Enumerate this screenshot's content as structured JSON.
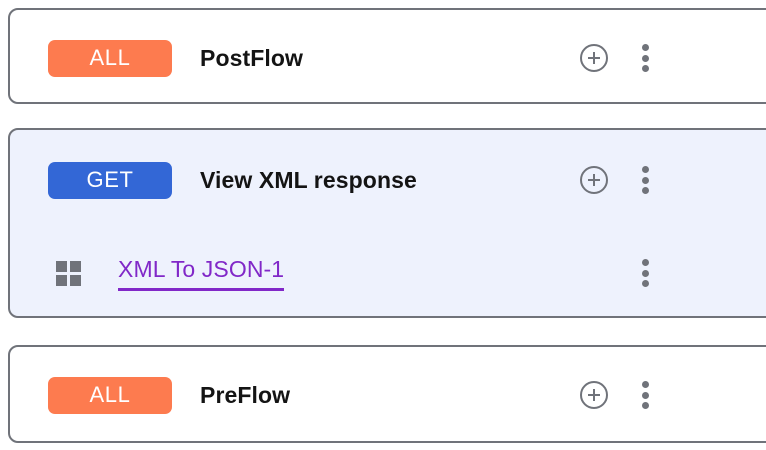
{
  "panel": {
    "accent_orange": "#fd7b4f",
    "accent_blue": "#3367d6",
    "policy_link_color": "#8128c8",
    "selected_card_bg": "#eef2fd",
    "card_border_color": "#70737a",
    "icon_color": "#70737a"
  },
  "flows": [
    {
      "id": "postflow",
      "verb": "ALL",
      "verb_style": "all",
      "title": "PostFlow",
      "selected": false,
      "add_icon": "plus-circle-icon",
      "more_icon": "more-vertical-icon",
      "steps": []
    },
    {
      "id": "view-xml-response",
      "verb": "GET",
      "verb_style": "get",
      "title": "View XML response",
      "selected": true,
      "add_icon": "plus-circle-icon",
      "more_icon": "more-vertical-icon",
      "steps": [
        {
          "id": "xml-to-json-1",
          "icon": "policy-grid-icon",
          "label": "XML To JSON-1",
          "more_icon": "more-vertical-icon"
        }
      ]
    },
    {
      "id": "preflow",
      "verb": "ALL",
      "verb_style": "all",
      "title": "PreFlow",
      "selected": false,
      "add_icon": "plus-circle-icon",
      "more_icon": "more-vertical-icon",
      "steps": []
    }
  ]
}
